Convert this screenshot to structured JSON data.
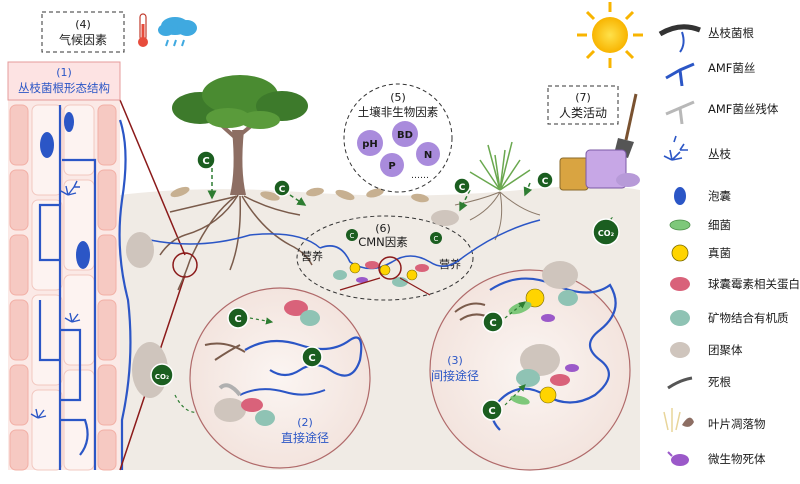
{
  "labels": {
    "climate_num": "(4)",
    "climate": "气候因素",
    "morph_num": "(1)",
    "morph": "丛枝菌根形态结构",
    "abiotic_num": "(5)",
    "abiotic": "土壤非生物因素",
    "ph": "pH",
    "bd": "BD",
    "p": "P",
    "n": "N",
    "dots": "……",
    "human_num": "(7)",
    "human": "人类活动",
    "cmn_num": "(6)",
    "cmn": "CMN因素",
    "nutrient_left": "营养",
    "nutrient_right": "营养",
    "direct_num": "(2)",
    "direct": "直接途径",
    "indirect_num": "(3)",
    "indirect": "间接途径",
    "carbon": "C",
    "co2": "CO₂"
  },
  "legend": [
    {
      "key": "arbuscular-mycorrhiza",
      "label": "丛枝菌根"
    },
    {
      "key": "amf-hyphae",
      "label": "AMF菌丝"
    },
    {
      "key": "amf-hyphae-residue",
      "label": "AMF菌丝残体"
    },
    {
      "key": "arbuscule",
      "label": "丛枝"
    },
    {
      "key": "vesicle",
      "label": "泡囊"
    },
    {
      "key": "bacteria",
      "label": "细菌"
    },
    {
      "key": "fungi",
      "label": "真菌"
    },
    {
      "key": "glomalin",
      "label": "球囊霉素相关蛋白"
    },
    {
      "key": "mineral-organic-matter",
      "label": "矿物结合有机质"
    },
    {
      "key": "aggregate",
      "label": "团聚体"
    },
    {
      "key": "dead-root",
      "label": "死根"
    },
    {
      "key": "leaf-litter",
      "label": "叶片凋落物"
    },
    {
      "key": "microbial-necromass",
      "label": "微生物死体"
    }
  ],
  "colors": {
    "hyphae": "#2b56c6",
    "carbon_badge": "#1b5e20",
    "soil": "#f0ebe5",
    "cell_wall": "#f6c9c2",
    "bacteria": "#7ec87a",
    "fungi": "#ffd400",
    "glomalin": "#d9627a",
    "mineral_om": "#8fc3b4",
    "aggregate": "#cfc5bd",
    "necromass": "#9b59c9",
    "label_blue": "#2b56c6"
  }
}
